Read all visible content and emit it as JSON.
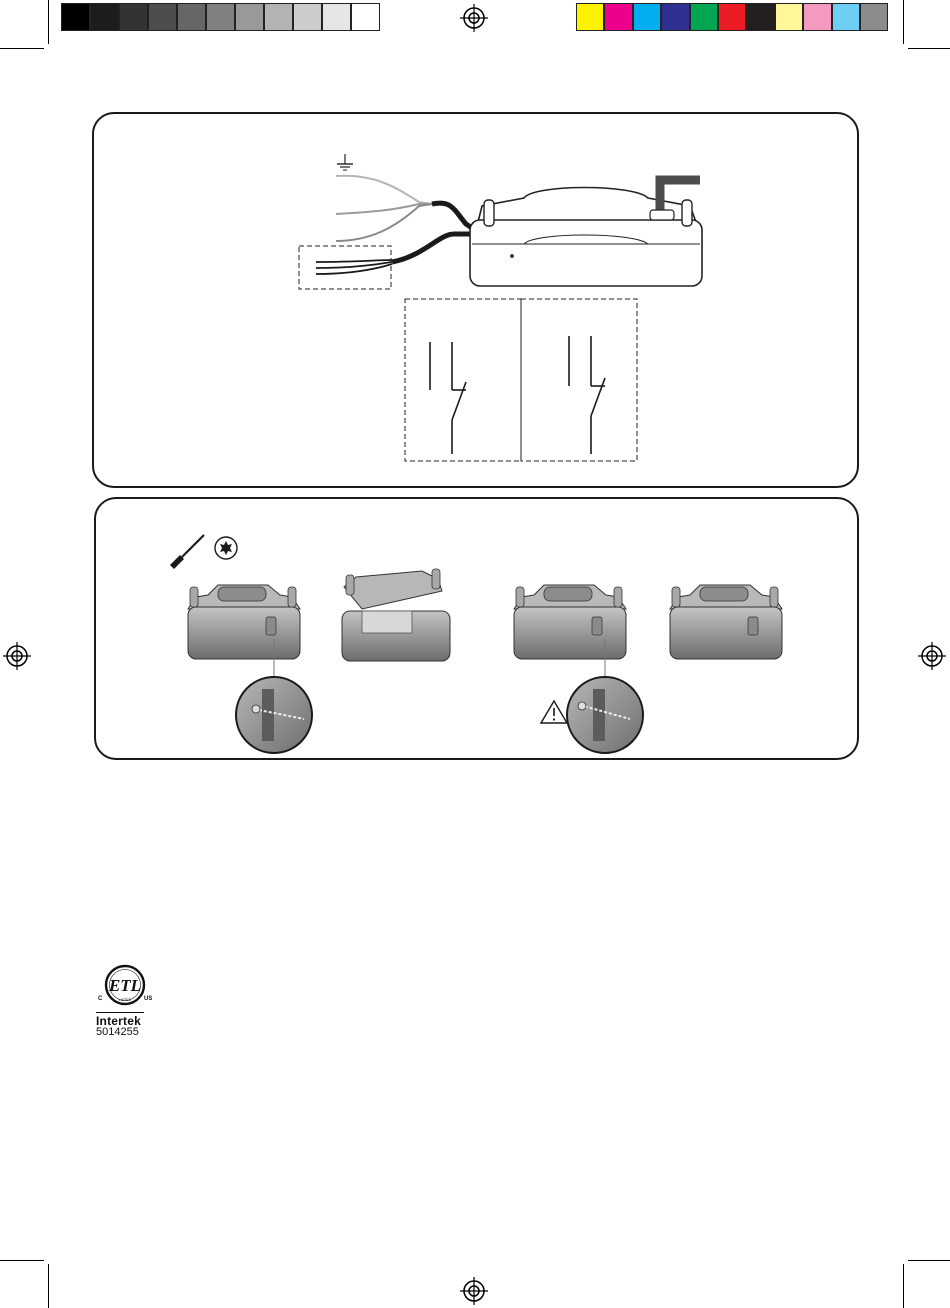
{
  "color_bar": {
    "grays": [
      "#000000",
      "#1c1c1c",
      "#333333",
      "#4d4d4d",
      "#666666",
      "#808080",
      "#999999",
      "#b3b3b3",
      "#cccccc",
      "#e6e6e6",
      "#ffffff"
    ],
    "colors": [
      "#fff200",
      "#ec008c",
      "#00aeef",
      "#2e3192",
      "#00a651",
      "#ed1c24",
      "#231f20",
      "#fff799",
      "#f49ac1",
      "#6dcff6",
      "#8c8c8c"
    ]
  },
  "icons": {
    "registration": "registration-mark-icon",
    "ground": "ground-symbol-icon",
    "screwdriver": "screwdriver-icon",
    "torx": "torx-star-icon",
    "warning": "warning-triangle-icon"
  },
  "certification": {
    "mark_letters": "ETL",
    "mark_left": "C",
    "mark_right": "US",
    "mark_arc": "LISTED",
    "company": "Intertek",
    "number": "5014255"
  }
}
